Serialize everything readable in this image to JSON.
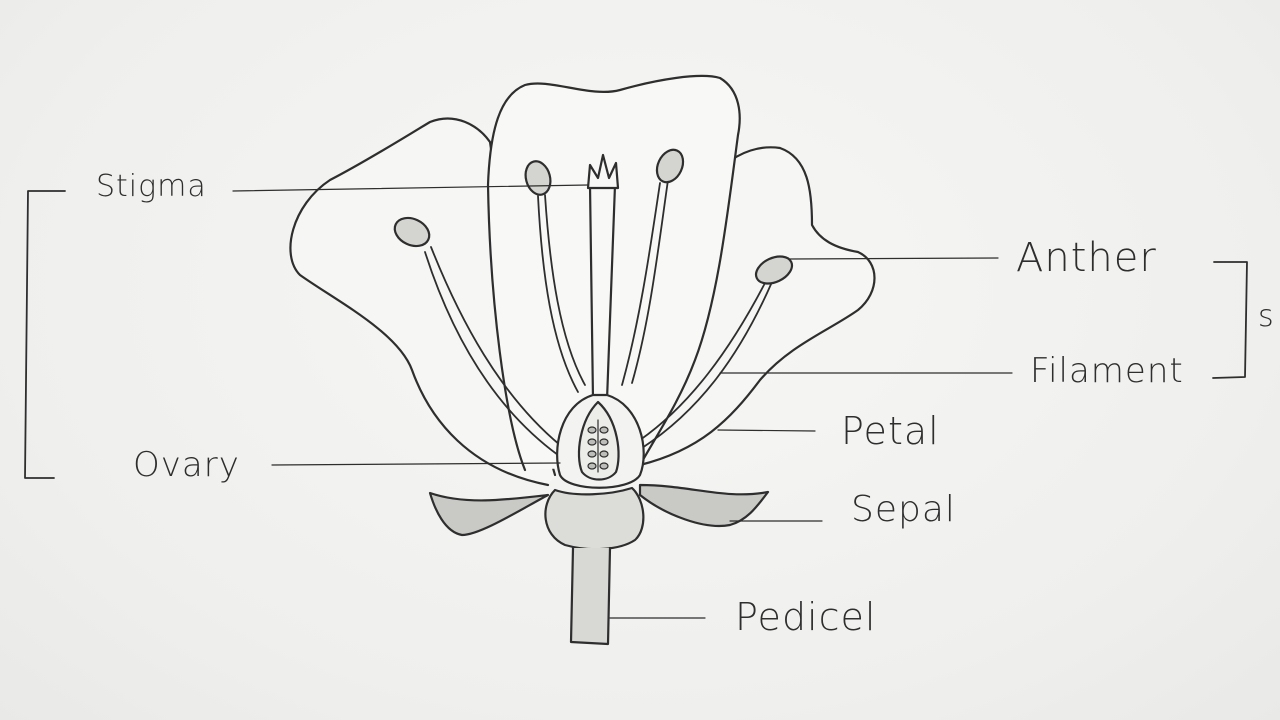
{
  "labels": {
    "stigma": "Stigma",
    "ovary": "Ovary",
    "anther": "Anther",
    "filament": "Filament",
    "petal": "Petal",
    "sepal": "Sepal",
    "pedicel": "Pedicel",
    "cut_left": "",
    "cut_right": "s"
  },
  "colors": {
    "paper": "#f1f1ef",
    "ink": "#2e2e2e",
    "shade": "#c9c9c6"
  }
}
